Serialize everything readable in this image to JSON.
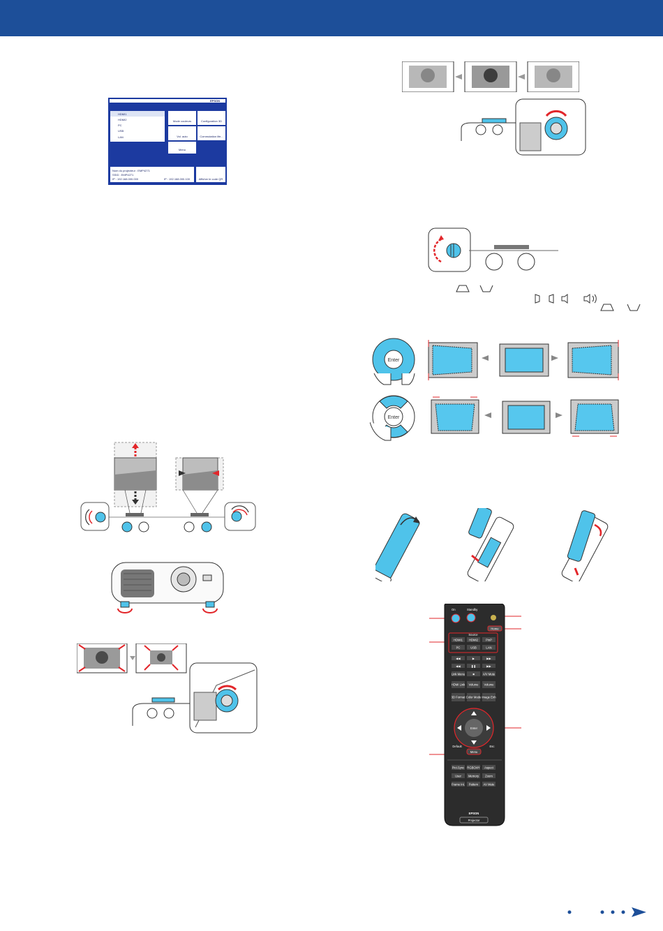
{
  "home_screen": {
    "brand": "EPSON",
    "sources": [
      "HDMI1",
      "HDMI2",
      "PC",
      "USB",
      "LAN"
    ],
    "tiles": [
      "Mode couleurs",
      "Configuration 3D",
      "Vol. auto",
      "Commutation life...",
      "Menu"
    ],
    "info_lines": [
      "Nom du projecteur : EMP4271",
      "SSID : EMP4271",
      "IP : 192.168.000.000"
    ],
    "info_right": "IP : 192.168.000.100",
    "qr_label": "Afficher le code QR"
  },
  "keypad": {
    "enter_label": "Enter"
  },
  "remote": {
    "top_labels": {
      "on": "On",
      "standby": "Standby"
    },
    "source_label": "Source",
    "source_buttons": [
      "HDMI1",
      "HDMI2",
      "PinP",
      "PC",
      "USB",
      "LAN"
    ],
    "transport_rows": [
      [
        "◀◀",
        "▶",
        "▶▶"
      ],
      [
        "◀◀",
        "❚❚",
        "▶▶"
      ]
    ],
    "row_link": [
      "Link Menu",
      "■",
      "A/V Mute"
    ],
    "row_volume": [
      "HDMI Link",
      "Volume",
      "Volume"
    ],
    "row_color": [
      "3D Format",
      "Color Mode",
      "Image Enh"
    ],
    "home_label": "Home",
    "enter_label": "Enter",
    "default_label": "Default",
    "menu_label": "Menu",
    "esc_label": "Esc",
    "bottom_rows": [
      [
        "Pict.Sync",
        "RGBCMY",
        "Aspect"
      ],
      [
        "User",
        "Memory",
        "Zoom"
      ],
      [
        "Frame Int.",
        "Pattern",
        "AV Mute"
      ]
    ],
    "brand": "EPSON",
    "model_label": "Projector"
  },
  "colors": {
    "header": "#1d4f99",
    "accent_blue": "#4fc3ea",
    "arrow_red": "#e2262a",
    "screen_blue": "#1c3aa0"
  }
}
